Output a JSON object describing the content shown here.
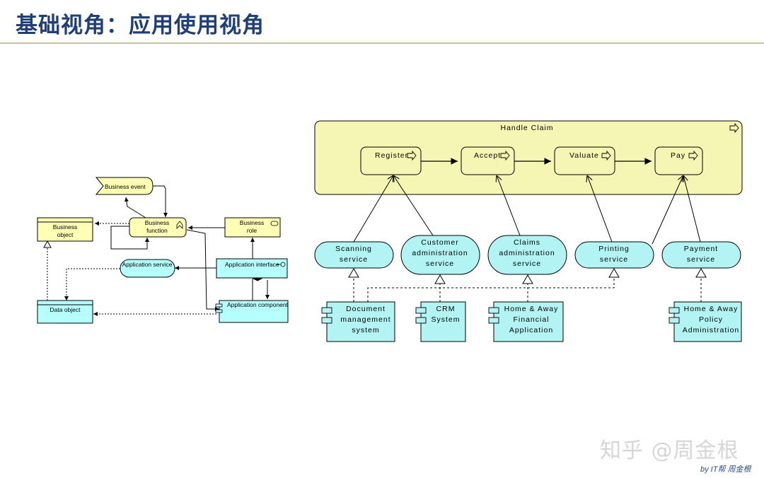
{
  "title": "基础视角：应用使用视角",
  "left_diagram": {
    "business_event": "Business event",
    "business_object": [
      "Business",
      "object"
    ],
    "business_function": [
      "Business",
      "function"
    ],
    "business_role": [
      "Business",
      "role"
    ],
    "application_service": "Application service",
    "application_interface": "Application interface",
    "data_object": "Data object",
    "application_component": "Application component"
  },
  "right_diagram": {
    "process_title": "Handle Claim",
    "steps": [
      "Register",
      "Accept",
      "Valuate",
      "Pay"
    ],
    "services": [
      [
        "Scanning",
        "service"
      ],
      [
        "Customer",
        "administration",
        "service"
      ],
      [
        "Claims",
        "administration",
        "service"
      ],
      [
        "Printing",
        "service"
      ],
      [
        "Payment",
        "service"
      ]
    ],
    "components": [
      [
        "Document",
        "management",
        "system"
      ],
      [
        "CRM",
        "System"
      ],
      [
        "Home & Away",
        "Financial",
        "Application"
      ],
      [
        "Home & Away",
        "Policy",
        "Administration"
      ]
    ]
  },
  "colors": {
    "title": "#1f3f7a",
    "business_fill": "#ffffb5",
    "process_bg": "#f6f6b4",
    "application_fill": "#b5ffff",
    "service_fill": "#b2f4f4"
  },
  "watermark": "知乎 @周金根",
  "byline": "by IT帮 周金根"
}
